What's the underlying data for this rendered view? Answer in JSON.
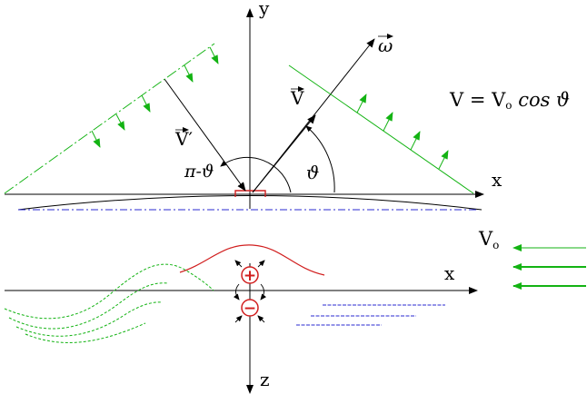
{
  "labels": {
    "y_axis": "y",
    "x_axis_top": "x",
    "x_axis_bottom": "x",
    "z_axis": "z",
    "omega": "ω",
    "v_vec": "V",
    "v_prime": "V′",
    "pi_minus_theta": "π-ϑ",
    "theta": "ϑ",
    "formula": "V = V",
    "formula_sub": "o",
    "formula_tail": " cos ϑ",
    "v0": "V",
    "v0_sub": "o",
    "plus_sign": "+",
    "minus_sign": "−"
  },
  "colors": {
    "axes": "#000000",
    "green": "#13b313",
    "red": "#d11f1f",
    "blue": "#2a2ad0"
  }
}
